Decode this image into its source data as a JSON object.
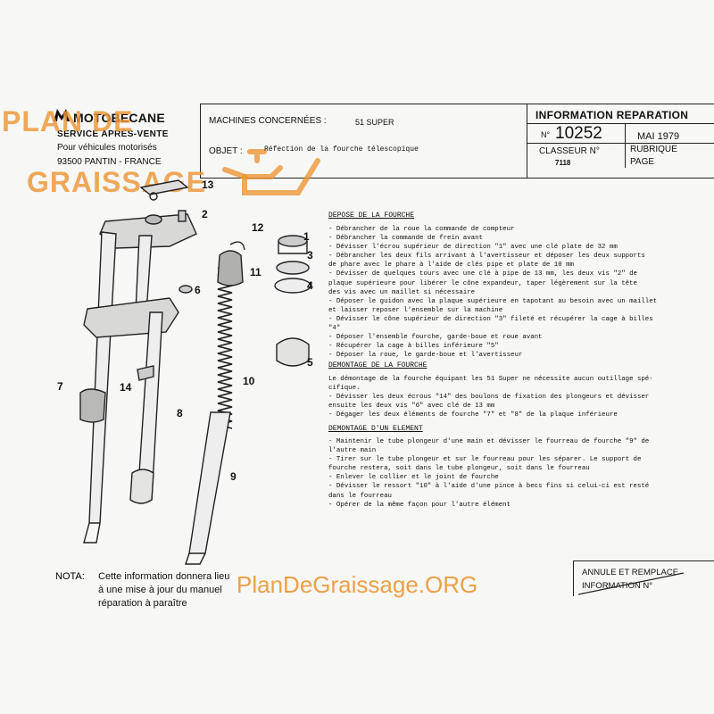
{
  "header": {
    "brand": "MOTOBECANE",
    "service": "SERVICE APRÈS-VENTE",
    "subtitle": "Pour véhicules motorisés",
    "address": "93500 PANTIN - FRANCE",
    "machines_label": "MACHINES CONCERNÉES :",
    "machines_value": "51 SUPER",
    "objet_label": "OBJET :",
    "objet_value": "Réfection de la fourche télescopique",
    "info_title": "INFORMATION REPARATION",
    "num_label": "N°",
    "number": "10252",
    "date": "MAI 1979",
    "classeur_label": "CLASSEUR N°",
    "classeur_value": "7118",
    "rubrique": "RUBRIQUE",
    "page": "PAGE"
  },
  "watermark": {
    "line1": "PLAN DE",
    "line2": "GRAISSAGE",
    "site": "PlanDeGraissage.ORG"
  },
  "sections": {
    "depose": {
      "title": "DEPOSE DE LA FOURCHE",
      "lines": [
        "- Débrancher de la roue la commande de compteur",
        "- Débrancher la commande de frein avant",
        "- Dévisser l'écrou supérieur de direction \"1\" avec une clé plate de 32 mm",
        "- Débrancher les deux fils arrivant à l'avertisseur et déposer les deux supports",
        "  de phare avec le phare à l'aide de clés pipe  et plate de 10 mm",
        "- Dévisser de quelques tours avec une clé à pipe de 13 mm, les deux vis \"2\" de",
        "  plaque supérieure pour libérer le cône expandeur, taper légèrement sur la tête",
        "  des vis avec un maillet si nécessaire",
        "- Déposer le guidon avec la plaque supérieure en tapotant au besoin avec un maillet",
        "  et laisser reposer l'ensemble sur la machine",
        "- Dévisser le cône supérieur de direction \"3\" fileté et récupérer la cage à billes",
        "  \"4\"",
        "- Déposer l'ensemble fourche, garde-boue et roue avant",
        "- Récupérer la cage à billes inférieure \"5\"",
        "- Déposer la roue, le garde-boue et l'avertisseur"
      ]
    },
    "demontage": {
      "title": "DEMONTAGE DE LA FOURCHE",
      "lines": [
        "Le démontage de la fourche équipant les 51 Super ne nécessite aucun outillage spé-",
        "cifique.",
        "- Dévisser les deux écrous \"14\" des boulons de fixation des plongeurs et dévisser",
        "  ensuite les deux vis \"6\" avec clé de 13 mm",
        "- Dégager les deux éléments de fourche  \"7\" et \"8\" de la plaque inférieure"
      ]
    },
    "element": {
      "title": "DEMONTAGE D'UN ELEMENT",
      "lines": [
        "- Maintenir le tube plongeur d'une main et dévisser le fourreau de fourche \"9\" de",
        "  l'autre main",
        "- Tirer sur le tube plongeur et sur le fourreau pour les séparer. Le support de",
        "  fourche restera, soit dans le tube plongeur, soit dans le fourreau",
        "- Enlever le collier et le joint de fourche",
        "- Dévisser le ressort \"10\" à l'aide d'une pince à becs fins si celui-ci est resté",
        "  dans le fourreau",
        "- Opérer de la même façon pour l'autre élément"
      ]
    }
  },
  "parts": [
    "1",
    "2",
    "3",
    "4",
    "5",
    "6",
    "7",
    "8",
    "9",
    "10",
    "11",
    "12",
    "13",
    "14"
  ],
  "nota": {
    "label": "NOTA:",
    "line1": "Cette information donnera lieu",
    "line2": "à une mise à jour du manuel",
    "line3": "réparation à paraître"
  },
  "footer": {
    "annule": "ANNULE ET REMPLACE",
    "information": "INFORMATION N°"
  },
  "colors": {
    "watermark": "#eb9637",
    "ink": "#111111",
    "paper": "#f7f7f5"
  }
}
